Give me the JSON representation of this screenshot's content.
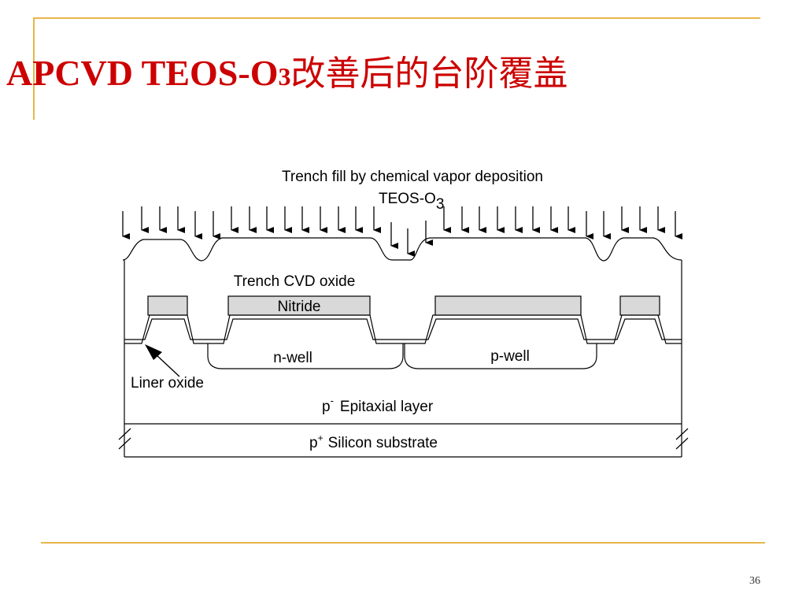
{
  "slide": {
    "title_main": "APCVD TEOS-O",
    "title_sub": "3",
    "title_cn": "改善后的台阶覆盖",
    "page_number": "36"
  },
  "diagram": {
    "caption_line1": "Trench fill by chemical vapor deposition",
    "caption_line2_main": "TEOS-O",
    "caption_line2_sub": "3",
    "trench_oxide_label": "Trench CVD oxide",
    "nitride_label": "Nitride",
    "nwell_label": "n-well",
    "pwell_label": "p-well",
    "liner_label": "Liner oxide",
    "epi_sup": "-",
    "epi_prefix": "p",
    "epi_label": "Epitaxial layer",
    "sub_prefix": "p",
    "sub_sup": "+",
    "sub_label": "Silicon substrate"
  },
  "colors": {
    "title": "#cc0000",
    "frame": "#e8b64a",
    "nitride_fill": "#d9d9d9"
  }
}
